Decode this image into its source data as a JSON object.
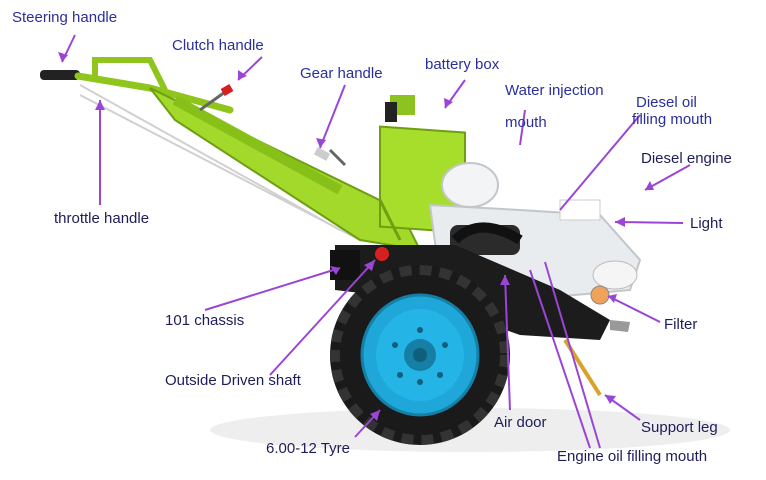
{
  "labels": {
    "steering_handle": "Steering handle",
    "clutch_handle": "Clutch handle",
    "gear_handle": "Gear handle",
    "battery_box": "battery box",
    "water_injection_1": "Water injection",
    "water_injection_2": "mouth",
    "diesel_oil_1": "Diesel oil",
    "diesel_oil_2": "filling mouth",
    "diesel_engine": "Diesel engine",
    "light": "Light",
    "throttle_handle": "throttle handle",
    "chassis": "101 chassis",
    "filter": "Filter",
    "outside_driven_shaft": "Outside Driven shaft",
    "air_door": "Air door",
    "support_leg": "Support leg",
    "tyre": "6.00-12 Tyre",
    "engine_oil_filling_mouth": "Engine oil filling mouth"
  },
  "colors": {
    "label_text": "#2a2f9a",
    "pointer_line": "#9b45d6",
    "frame_green": "#9bd31f",
    "tyre_black": "#1a1a1a",
    "rim_blue": "#1ea7d8",
    "engine_white": "#e9ecef"
  },
  "icons": {
    "machine": "walking-tractor-illustration"
  }
}
